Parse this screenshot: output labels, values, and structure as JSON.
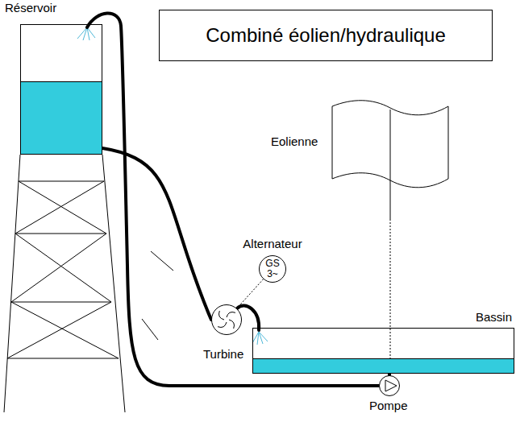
{
  "diagram": {
    "title": "Combiné éolien/hydraulique",
    "nodes": [
      {
        "text": [
          "Réservoir"
        ]
      },
      {
        "text": [
          "Alternateur",
          "GS 3~"
        ]
      },
      {
        "text": [
          "Turbine"
        ]
      },
      {
        "text": [
          "Bassin"
        ]
      },
      {
        "text": [
          "Pompe"
        ]
      },
      {
        "text": [
          "Eolienne"
        ]
      }
    ],
    "edges": [
      {
        "from": 0,
        "to": 2,
        "arrow": "none"
      },
      {
        "from": 2,
        "to": 3,
        "arrow": "none"
      },
      {
        "from": 3,
        "to": 4,
        "arrow": "none"
      },
      {
        "from": 4,
        "to": 0,
        "arrow": "none"
      },
      {
        "from": 1,
        "to": 2,
        "arrow": "none"
      },
      {
        "from": 5,
        "to": 4,
        "arrow": "none"
      }
    ]
  }
}
